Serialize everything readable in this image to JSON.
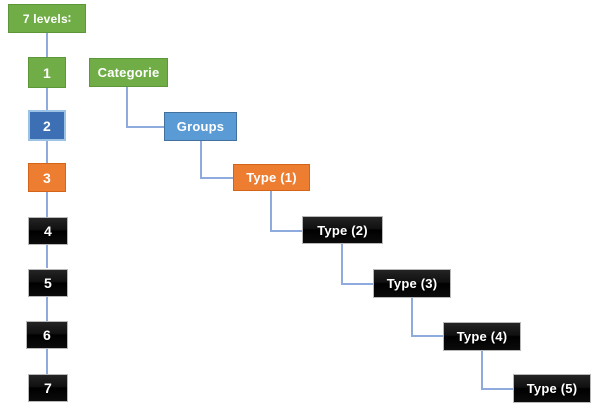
{
  "diagram": {
    "title_box": {
      "label": "7 levels∶",
      "color": "#70AD47",
      "style": "green"
    },
    "levels": [
      {
        "label": "1",
        "color": "#70AD47",
        "style": "green"
      },
      {
        "label": "2",
        "color": "#3D6FB5",
        "style": "blue-dark"
      },
      {
        "label": "3",
        "color": "#ED7D31",
        "style": "orange"
      },
      {
        "label": "4",
        "color": "#000000",
        "style": "black"
      },
      {
        "label": "5",
        "color": "#000000",
        "style": "black"
      },
      {
        "label": "6",
        "color": "#000000",
        "style": "black"
      },
      {
        "label": "7",
        "color": "#000000",
        "style": "black"
      }
    ],
    "hierarchy": [
      {
        "label": "Categorie",
        "color": "#70AD47",
        "style": "green"
      },
      {
        "label": "Groups",
        "color": "#5B9BD5",
        "style": "blue-light"
      },
      {
        "label": "Type (1)",
        "color": "#ED7D31",
        "style": "orange"
      },
      {
        "label": "Type (2)",
        "color": "#000000",
        "style": "black"
      },
      {
        "label": "Type (3)",
        "color": "#000000",
        "style": "black"
      },
      {
        "label": "Type (4)",
        "color": "#000000",
        "style": "black"
      },
      {
        "label": "Type (5)",
        "color": "#000000",
        "style": "black"
      }
    ],
    "connector_color": "#8FAADC",
    "background_color": "#FFFFFF"
  }
}
